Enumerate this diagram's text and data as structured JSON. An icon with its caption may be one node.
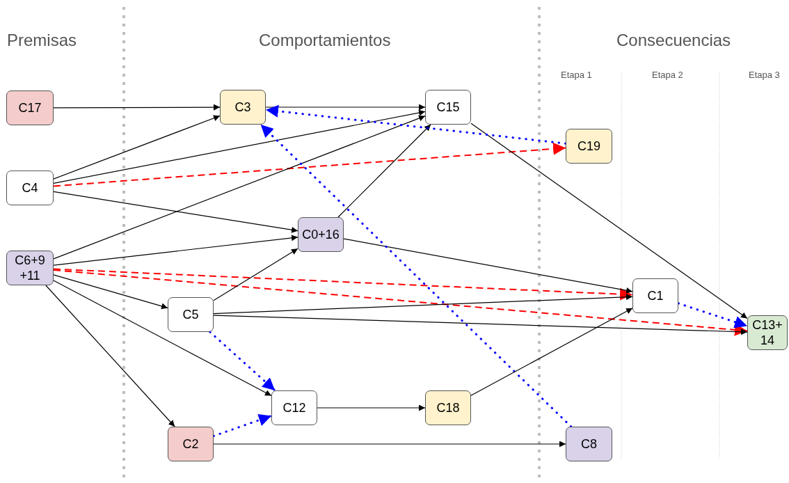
{
  "diagram": {
    "nodes": [
      {
        "text": [
          "C17"
        ]
      },
      {
        "text": [
          "C4"
        ]
      },
      {
        "text": [
          "C6+9 +11"
        ]
      },
      {
        "text": [
          "C3"
        ]
      },
      {
        "text": [
          "C15"
        ]
      },
      {
        "text": [
          "C19"
        ]
      },
      {
        "text": [
          "C0+16"
        ]
      },
      {
        "text": [
          "C5"
        ]
      },
      {
        "text": [
          "C1"
        ]
      },
      {
        "text": [
          "C13+14"
        ]
      },
      {
        "text": [
          "C12"
        ]
      },
      {
        "text": [
          "C18"
        ]
      },
      {
        "text": [
          "C2"
        ]
      },
      {
        "text": [
          "C8"
        ]
      }
    ],
    "edges": [
      {
        "from": 0,
        "to": 3,
        "arrow": "to"
      },
      {
        "from": 3,
        "to": 4,
        "arrow": "to"
      },
      {
        "from": 1,
        "to": 3,
        "arrow": "to"
      },
      {
        "from": 1,
        "to": 4,
        "arrow": "to"
      },
      {
        "from": 1,
        "to": 6,
        "arrow": "to"
      },
      {
        "from": 1,
        "to": 5,
        "arrow": "to",
        "style": "dashed",
        "color": "#ff0000"
      },
      {
        "from": 2,
        "to": 4,
        "arrow": "to"
      },
      {
        "from": 2,
        "to": 6,
        "arrow": "to"
      },
      {
        "from": 2,
        "to": 7,
        "arrow": "to"
      },
      {
        "from": 2,
        "to": 10,
        "arrow": "to"
      },
      {
        "from": 2,
        "to": 12,
        "arrow": "to"
      },
      {
        "from": 2,
        "to": 8,
        "arrow": "to",
        "style": "dashed",
        "color": "#ff0000"
      },
      {
        "from": 2,
        "to": 9,
        "arrow": "to",
        "style": "dashed",
        "color": "#ff0000"
      },
      {
        "from": 7,
        "to": 6,
        "arrow": "to"
      },
      {
        "from": 7,
        "to": 8,
        "arrow": "to"
      },
      {
        "from": 7,
        "to": 9,
        "arrow": "to"
      },
      {
        "from": 7,
        "to": 10,
        "arrow": "to",
        "style": "dashed",
        "color": "#0000ff"
      },
      {
        "from": 6,
        "to": 4,
        "arrow": "to"
      },
      {
        "from": 6,
        "to": 8,
        "arrow": "to"
      },
      {
        "from": 4,
        "to": 9,
        "arrow": "to"
      },
      {
        "from": 5,
        "to": 3,
        "arrow": "to",
        "style": "dashed",
        "color": "#0000ff"
      },
      {
        "from": 13,
        "to": 3,
        "arrow": "to",
        "style": "dashed",
        "color": "#0000ff"
      },
      {
        "from": 10,
        "to": 11,
        "arrow": "to"
      },
      {
        "from": 11,
        "to": 8,
        "arrow": "to"
      },
      {
        "from": 12,
        "to": 13,
        "arrow": "to"
      },
      {
        "from": 12,
        "to": 10,
        "arrow": "to",
        "style": "dashed",
        "color": "#0000ff"
      },
      {
        "from": 8,
        "to": 9,
        "arrow": "to",
        "style": "dashed",
        "color": "#0000ff"
      }
    ],
    "labels": [
      "Premisas",
      "Comportamientos",
      "Consecuencias",
      "Etapa 1",
      "Etapa 2",
      "Etapa 3"
    ]
  }
}
